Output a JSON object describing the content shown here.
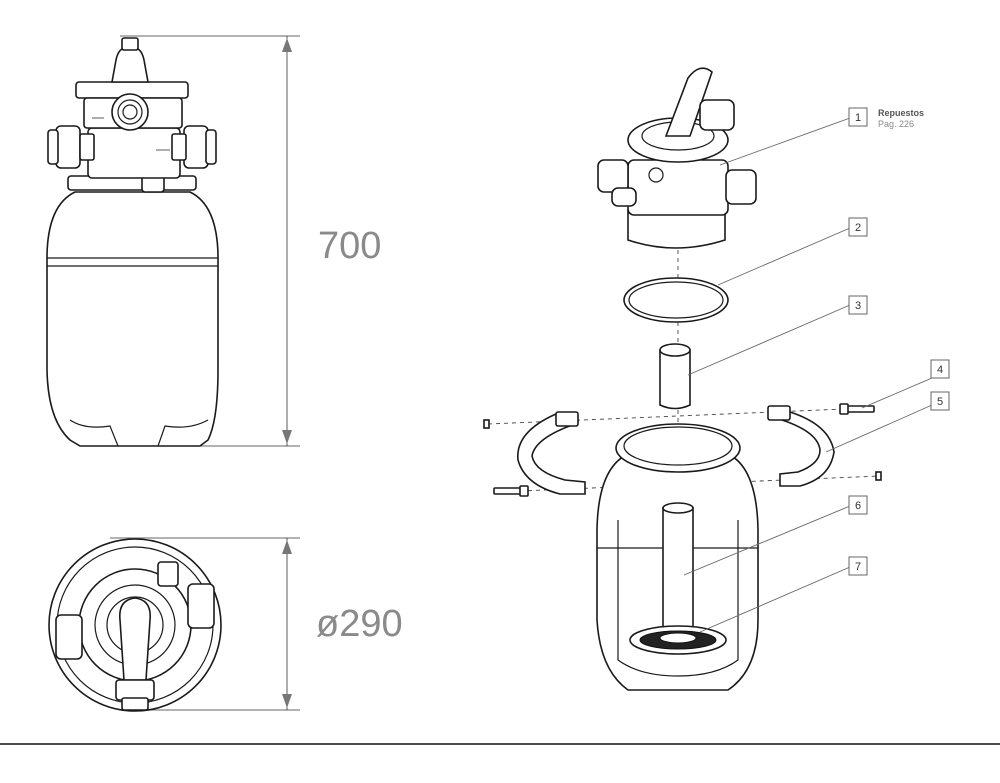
{
  "dimensions": {
    "height_label": "700",
    "diameter_label": "ø290"
  },
  "reference": {
    "title": "Repuestos",
    "page": "Pag. 226"
  },
  "callouts": [
    "1",
    "2",
    "3",
    "4",
    "5",
    "6",
    "7"
  ]
}
